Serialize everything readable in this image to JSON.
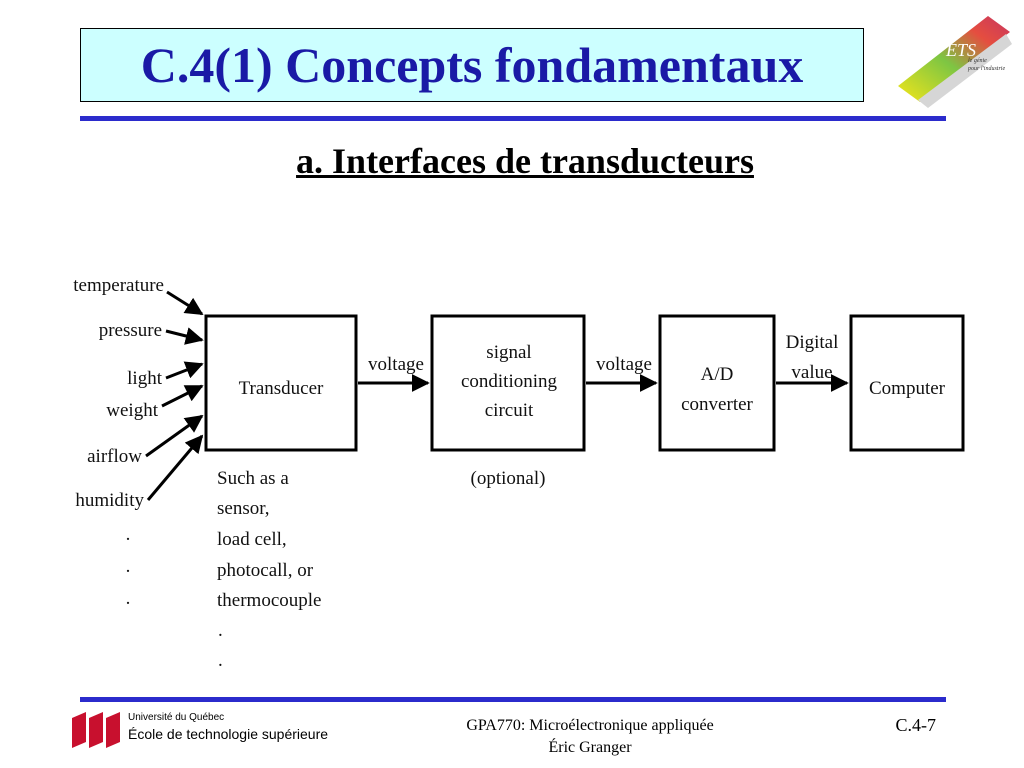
{
  "slide": {
    "title": "C.4(1) Concepts fondamentaux",
    "subtitle": "a. Interfaces de transducteurs"
  },
  "diagram": {
    "inputs": [
      "temperature",
      "pressure",
      "light",
      "weight",
      "airflow",
      "humidity"
    ],
    "input_dots": [
      ".",
      ".",
      "."
    ],
    "blocks": {
      "transducer": "Transducer",
      "signal_conditioning": [
        "signal",
        "conditioning",
        "circuit"
      ],
      "adc": [
        "A/D",
        "converter"
      ],
      "computer": "Computer"
    },
    "edges": {
      "voltage1": "voltage",
      "voltage2": "voltage",
      "digital_value": [
        "Digital",
        "value"
      ]
    },
    "transducer_examples": [
      "Such as a",
      "sensor,",
      "load cell,",
      "photocall, or",
      "thermocouple",
      ".",
      "."
    ],
    "optional_note": "(optional)"
  },
  "footer": {
    "university": "Université du Québec",
    "school": "École de technologie supérieure",
    "course": "GPA770:  Microélectronique appliquée",
    "author": "Éric Granger",
    "page": "C.4-7"
  },
  "logo": {
    "ets_text": "ÉTS",
    "ets_tagline": [
      "le génie",
      "pour l'industrie"
    ]
  },
  "colors": {
    "title_bg": "#ccffff",
    "title_text": "#1a1aa6",
    "rule": "#2b2bcc",
    "logo_red": "#c8102e"
  }
}
